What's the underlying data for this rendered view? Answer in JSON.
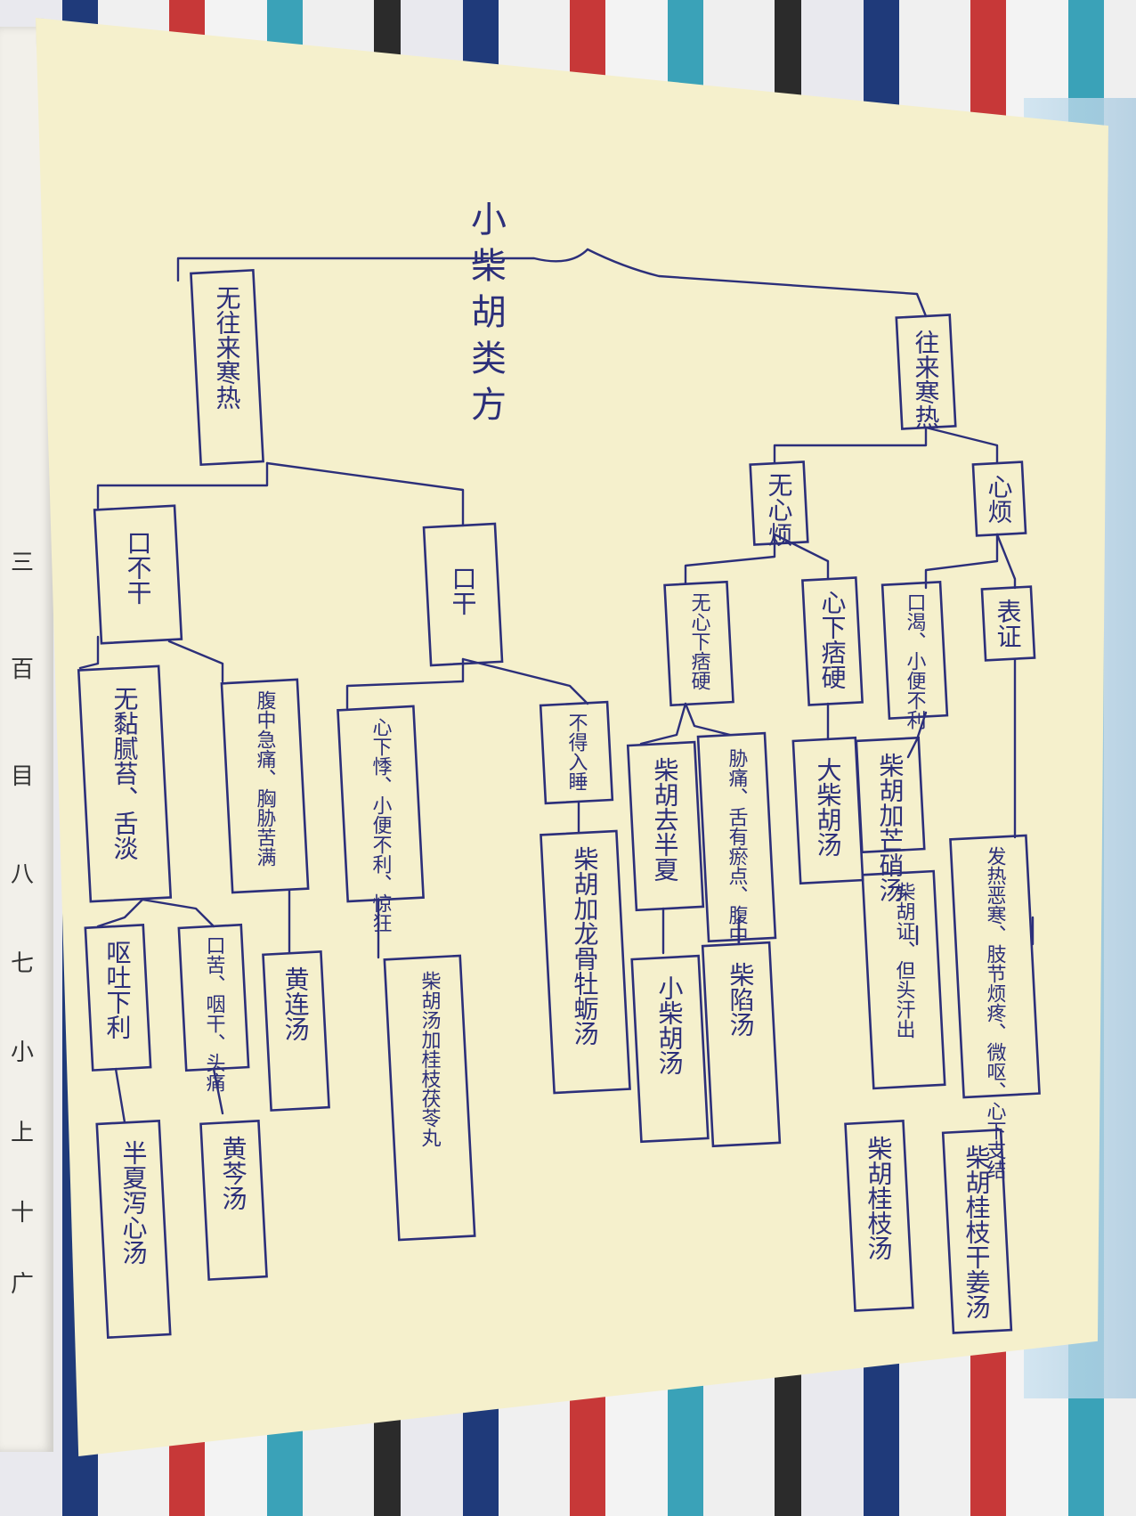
{
  "diagram": {
    "title": "小柴胡类方",
    "nodes": {
      "n_wangwai": "往来寒热",
      "n_wuwang": "无往来寒热",
      "n_xinfan": "心烦",
      "n_wuxinfan": "无心烦",
      "n_biaozheng": "表证",
      "n_okou": "口渴、小便不利",
      "n_xinxiapi": "心下痞硬",
      "n_wuxinxiapi": "无心下痞硬",
      "n_kougan": "口干",
      "n_kobugan": "口不干",
      "n_lou1": "柴胡桂枝干姜汤",
      "n_lou2": "柴胡桂枝汤",
      "n_cong1": "发热恶寒、肢节烦疼、微呕、心下支结",
      "n_cong2": "柴胡证、但头汗出",
      "n_mxcx": "柴胡加芒硝汤",
      "n_dch": "大柴胡汤",
      "n_zhang": "胁痛、舌有瘀点、腹中",
      "n_chaixian": "柴胡去半夏",
      "n_chaixiantang": "柴陷汤",
      "n_xiaochai": "小柴胡汤",
      "n_buman": "不得入睡",
      "n_chailong": "柴胡加龙骨牡蛎汤",
      "n_xinxia": "心下悸、小便不利、惊狂",
      "n_chaiguizhi": "柴胡汤加桂枝茯苓丸",
      "n_fuzhong": "腹中急痛、胸胁苦满",
      "n_huanglian": "黄连汤",
      "n_wuban": "无黏腻苔、舌淡",
      "n_koutong": "口苦、咽干、头痛",
      "n_huangqin": "黄芩汤",
      "n_tutan": "呕吐下利",
      "n_banxia": "半夏泻心汤"
    }
  },
  "margin_marks": [
    "三",
    "百",
    "目",
    "八",
    "七",
    "小",
    "上",
    "十",
    "广"
  ]
}
